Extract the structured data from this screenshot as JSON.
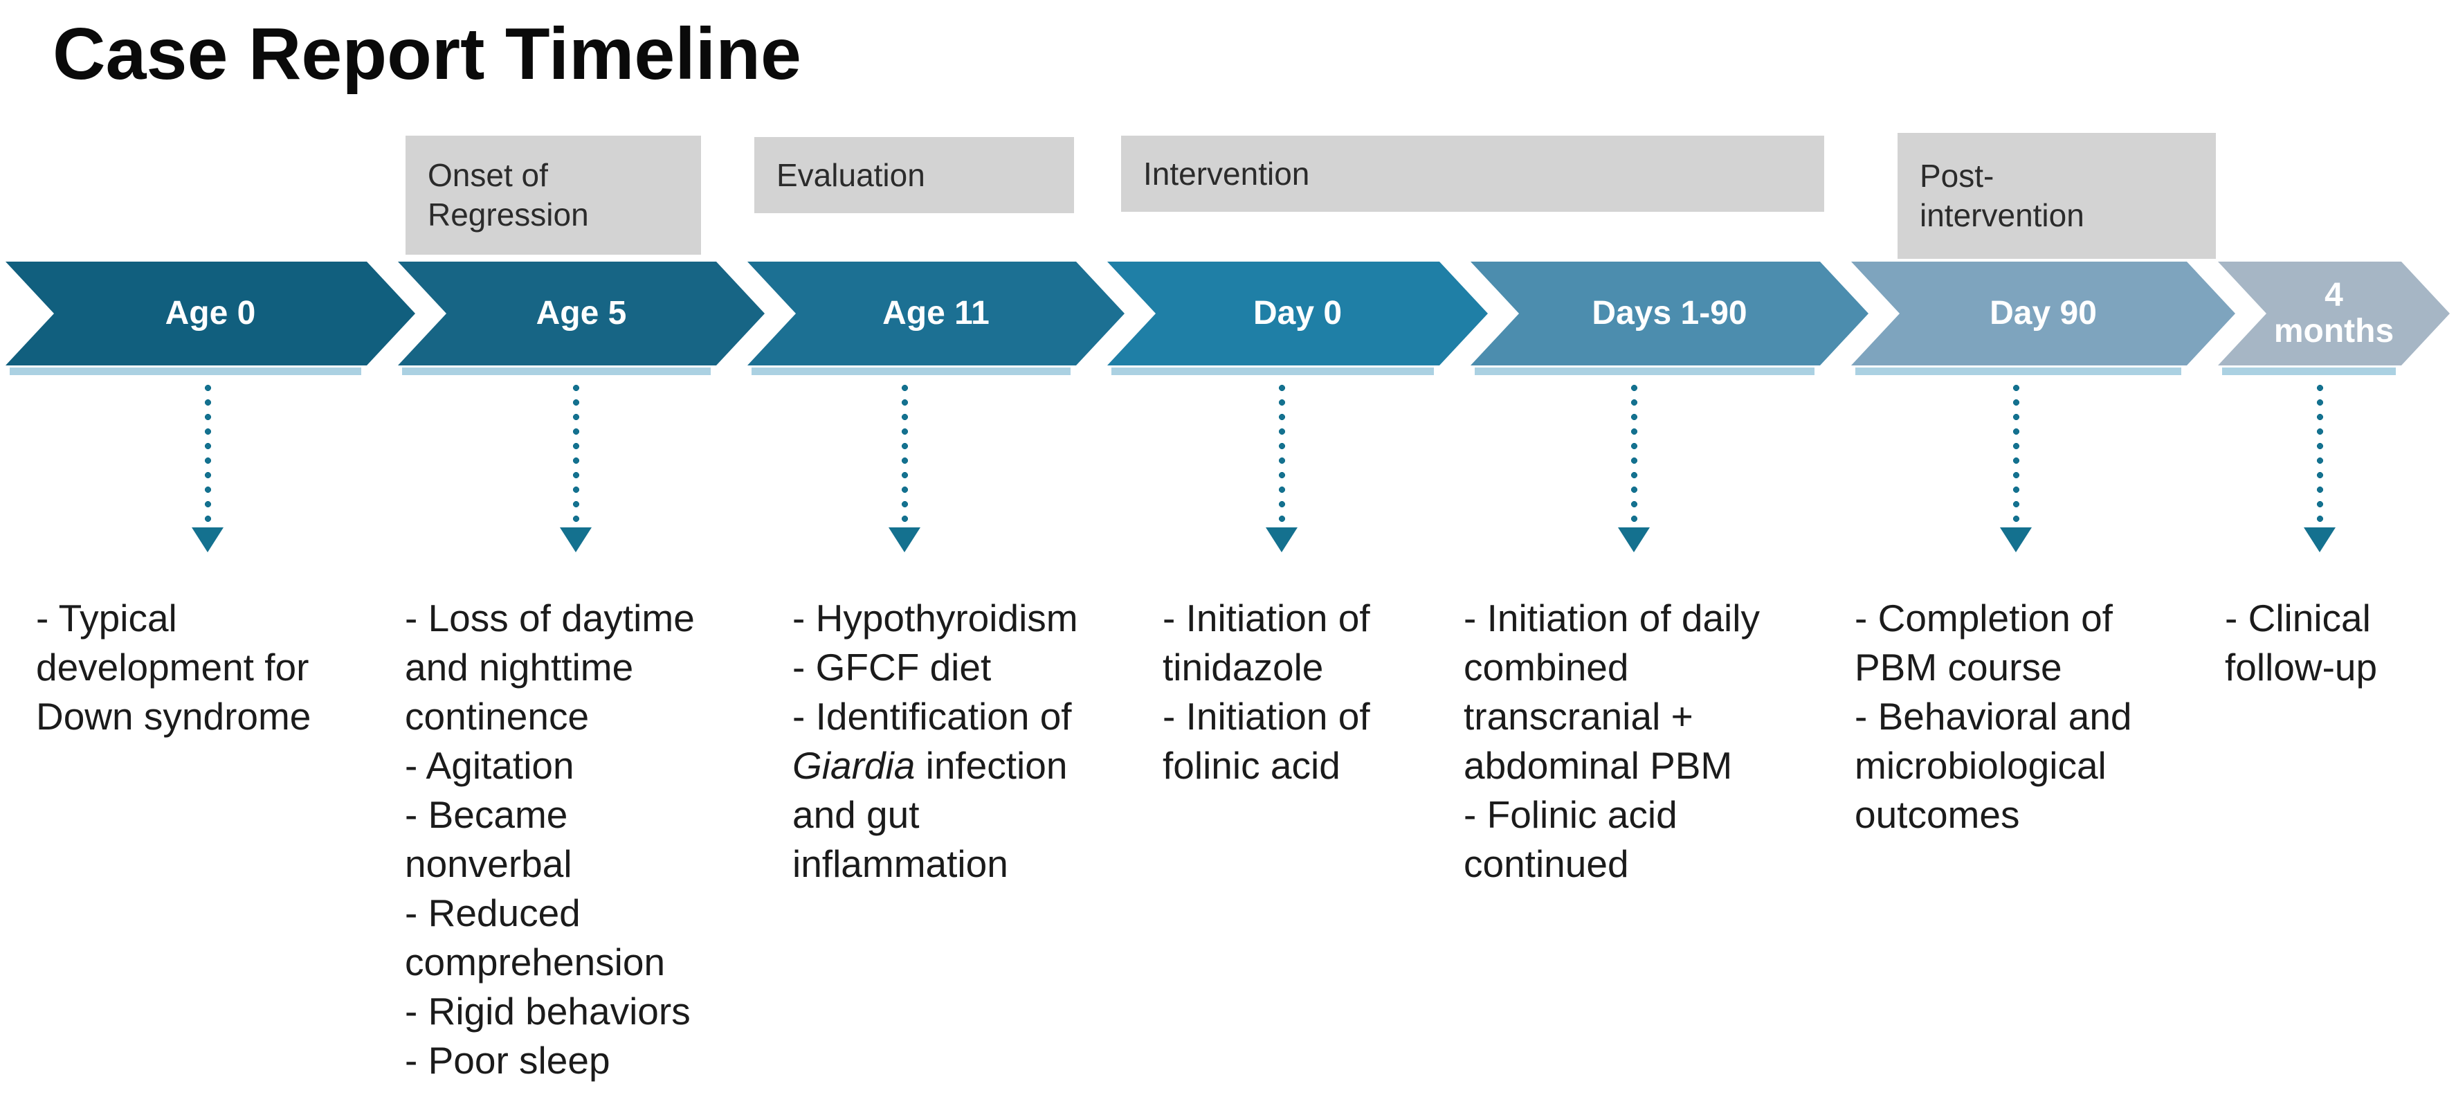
{
  "title": "Case Report Timeline",
  "colors": {
    "phase_box_bg": "#d3d3d3",
    "phase_text": "#2b2b2b",
    "chevron_label_text": "#ffffff",
    "arrow": "#14718f",
    "chevron_underline": "#8fc2d8",
    "body_text": "#1b1b1b"
  },
  "phases": [
    {
      "label": "Onset of\nRegression"
    },
    {
      "label": "Evaluation"
    },
    {
      "label": "Intervention"
    },
    {
      "label": "Post-\nintervention"
    }
  ],
  "chevrons": [
    {
      "label": "Age 0",
      "color": "#115f7e"
    },
    {
      "label": "Age 5",
      "color": "#176585"
    },
    {
      "label": "Age 11",
      "color": "#1c7093"
    },
    {
      "label": "Day 0",
      "color": "#1f7fa6"
    },
    {
      "label": "Days 1-90",
      "color": "#4c8dae"
    },
    {
      "label": "Day 90",
      "color": "#7ea4be"
    },
    {
      "label": "4\nmonths",
      "color": "#a6b6c5"
    }
  ],
  "events": [
    {
      "lines": "- Typical\ndevelopment for\nDown syndrome"
    },
    {
      "lines": "- Loss of daytime\nand nighttime\ncontinence\n- Agitation\n- Became\nnonverbal\n- Reduced\ncomprehension\n- Rigid behaviors\n- Poor sleep"
    },
    {
      "lines": "- Hypothyroidism\n- GFCF diet\n- Identification of\n*Giardia* infection\nand gut\ninflammation"
    },
    {
      "lines": "- Initiation of\ntinidazole\n- Initiation of\nfolinic acid"
    },
    {
      "lines": "- Initiation of daily\ncombined\ntranscranial +\nabdominal PBM\n- Folinic acid\ncontinued"
    },
    {
      "lines": "- Completion of\nPBM course\n- Behavioral and\nmicrobiological\noutcomes"
    },
    {
      "lines": "- Clinical\nfollow-up"
    }
  ]
}
